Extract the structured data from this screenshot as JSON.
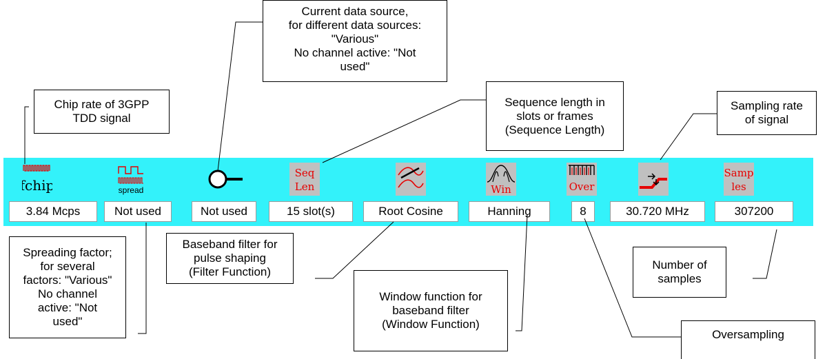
{
  "callouts": {
    "chip_rate": "Chip rate of 3GPP\nTDD signal",
    "data_source": "Current data source,\nfor different data sources:\n\"Various\"\nNo channel active: \"Not\nused\"",
    "sequence_length": "Sequence length in\nslots or frames\n(Sequence Length)",
    "sampling_rate": "Sampling rate\nof signal",
    "spreading_factor": "Spreading factor;\nfor several\nfactors: \"Various\"\nNo channel\nactive: \"Not\nused\"",
    "baseband_filter": "Baseband filter for\npulse shaping\n(Filter Function)",
    "window_function": "Window function for\nbaseband filter\n(Window Function)",
    "number_of_samples": "Number of\nsamples",
    "oversampling": "Oversampling"
  },
  "icons": {
    "chip_rate": {
      "name": "chip-rate-icon",
      "label": "fchip"
    },
    "spread": {
      "name": "spreading-icon",
      "label": "spread"
    },
    "data_source": {
      "name": "data-source-icon"
    },
    "seq_len": {
      "name": "sequence-length-icon",
      "label_top": "Seq",
      "label_bottom": "Len"
    },
    "filter": {
      "name": "filter-icon"
    },
    "window": {
      "name": "window-icon",
      "label": "Win"
    },
    "oversampling": {
      "name": "oversampling-icon",
      "label": "Over"
    },
    "sampling_rate": {
      "name": "clock-rate-icon"
    },
    "samples": {
      "name": "samples-icon",
      "label_top": "Samp",
      "label_bottom": "les"
    }
  },
  "values": {
    "chip_rate": "3.84 Mcps",
    "spread": "Not used",
    "data_source": "Not used",
    "seq_len": "15 slot(s)",
    "filter": "Root Cosine",
    "window": "Hanning",
    "oversampling": "8",
    "sampling_rate": "30.720 MHz",
    "samples": "307200"
  },
  "colors": {
    "bar": "#33f2fa",
    "icon_red": "#e60000",
    "icon_gray": "#c0c0c0"
  }
}
